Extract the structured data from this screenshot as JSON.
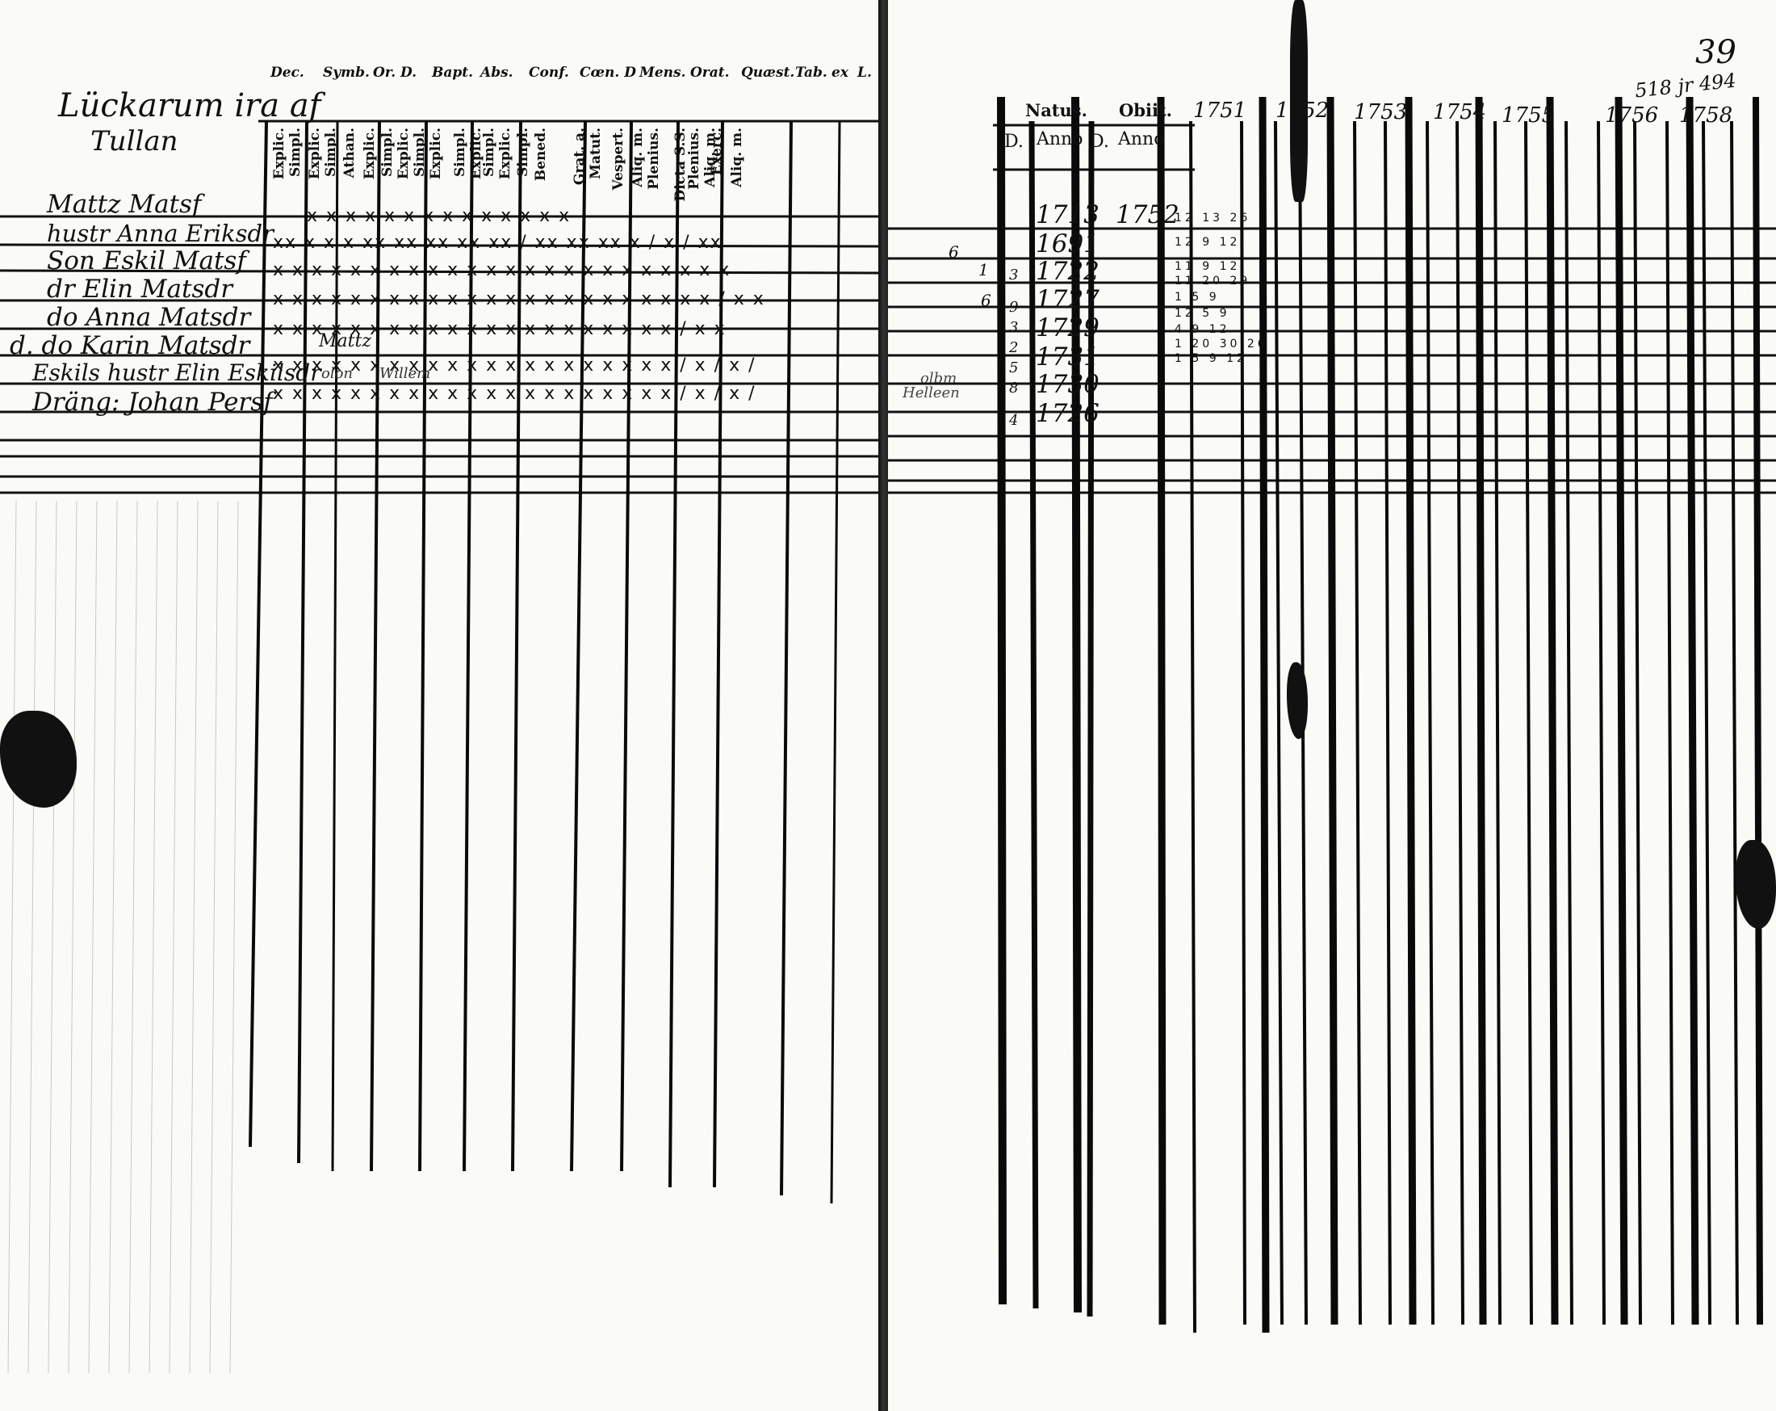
{
  "left_page": {
    "title": [
      "Lückarum ira af",
      "Tullan"
    ],
    "column_headers": [
      "Dec.",
      "Symb.",
      "Or. D.",
      "Bapt.",
      "Abs.",
      "Conf.",
      "Cœn. D",
      "Mens.",
      "Orat.",
      "Quæst.",
      "Tab.",
      "ex",
      "L."
    ],
    "sub_headers": [
      "Explic.",
      "Simpl.",
      "Explic.",
      "Simpl.",
      "Athan.",
      "Explic.",
      "Simpl.",
      "Explic.",
      "Simpl.",
      "Explic.",
      "Simpl.",
      "Explic.",
      "Simpl.",
      "Explic.",
      "Simpl.",
      "Bened.",
      "Grat. a.",
      "Matut.",
      "Vespert.",
      "Aliq. m.",
      "Plenius.",
      "Dicta S.S.",
      "Plenius.",
      "Aliq. m.",
      "Exerc.",
      "Aliq. m."
    ],
    "names": [
      "Mattz Matsf",
      "hustr Anna Eriksdr",
      "Son Eskil Matsf",
      "dr Elin Matsdr",
      "do Anna Matsdr",
      "d. do Karin Matsdr",
      "Eskils hustr Elin Eskilsdr",
      "Dräng: Johan Persf"
    ],
    "marks": [
      "x x   x    x    x    x   x x x   x    x x x  x",
      "xx  x x x  xx  xx  xx  xx  xx /  xx  xx  xx  x /   x /  xx",
      "x x  x x x  x x  x x  x x  x x x  x x  x x  x x  x x   x  x",
      "x x  x x x  x x  x x  x x  x x x  x x  x x  x x  x x  x /  x x",
      "x x  x x x  x x  x x  x x  x x x  x x  x x  x x  x /  x x",
      "x x  x x x  x x  x x  x x  x x x  x x  x x  x x  x /  x /  x /",
      "x x  x x x  x x  x x  x x  x x x  x x  x x  x x  x /  x /  x /"
    ],
    "interlinear_notes": [
      "Mattz",
      "olon",
      "Willem"
    ]
  },
  "right_page": {
    "folio_number": "39",
    "folio_sub": "518 jr 494",
    "headers": [
      "Natus.",
      "Obiit."
    ],
    "sub_headers": [
      "D.",
      "Anno",
      "D.",
      "Anno"
    ],
    "years": [
      "1751",
      "1752",
      "1753",
      "1754",
      "1755",
      "1756",
      "1758"
    ],
    "birth_years": [
      "1713",
      "1691",
      "1722",
      "1727",
      "1729",
      "1731",
      "1730",
      "1726"
    ],
    "death_year": "1752",
    "margin_note": [
      "olbm",
      "Helleen"
    ],
    "birth_days": [
      "",
      "6",
      "1",
      "6",
      "",
      "",
      "",
      ""
    ],
    "side_day_nums": [
      "",
      "3",
      "9",
      "3",
      "2",
      "5",
      "8",
      "4"
    ],
    "row_marks": [
      "12 13 26",
      "12 9 12",
      "11 9 12",
      "11 20 29",
      "1 5 9",
      "12 5 9",
      "4 9 12",
      "1 20 30 26",
      "1 5 9 12"
    ]
  }
}
